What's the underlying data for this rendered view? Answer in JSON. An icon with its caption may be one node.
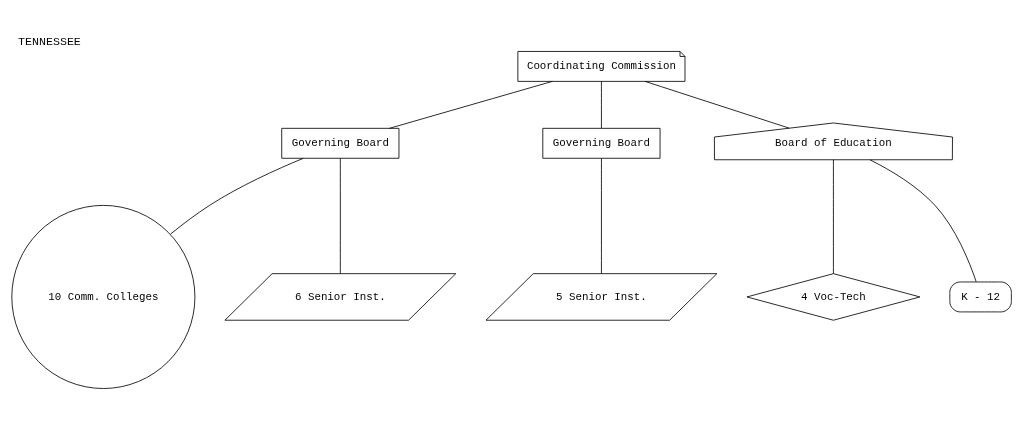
{
  "diagram": {
    "title": "TENNESSEE",
    "nodes": [
      {
        "text": [
          "Coordinating Commission"
        ]
      },
      {
        "text": [
          "Governing Board"
        ]
      },
      {
        "text": [
          "Governing Board"
        ]
      },
      {
        "text": [
          "Board of Education"
        ]
      },
      {
        "text": [
          "10 Comm. Colleges"
        ]
      },
      {
        "text": [
          "6 Senior Inst."
        ]
      },
      {
        "text": [
          "5 Senior Inst."
        ]
      },
      {
        "text": [
          "4 Voc-Tech"
        ]
      },
      {
        "text": [
          "K - 12"
        ]
      }
    ],
    "edges": [
      {
        "from": 0,
        "to": 1,
        "arrow": "none"
      },
      {
        "from": 0,
        "to": 2,
        "arrow": "none"
      },
      {
        "from": 0,
        "to": 3,
        "arrow": "none"
      },
      {
        "from": 1,
        "to": 4,
        "arrow": "none"
      },
      {
        "from": 1,
        "to": 5,
        "arrow": "none"
      },
      {
        "from": 2,
        "to": 6,
        "arrow": "none"
      },
      {
        "from": 3,
        "to": 7,
        "arrow": "none"
      },
      {
        "from": 3,
        "to": 8,
        "arrow": "none"
      }
    ]
  }
}
